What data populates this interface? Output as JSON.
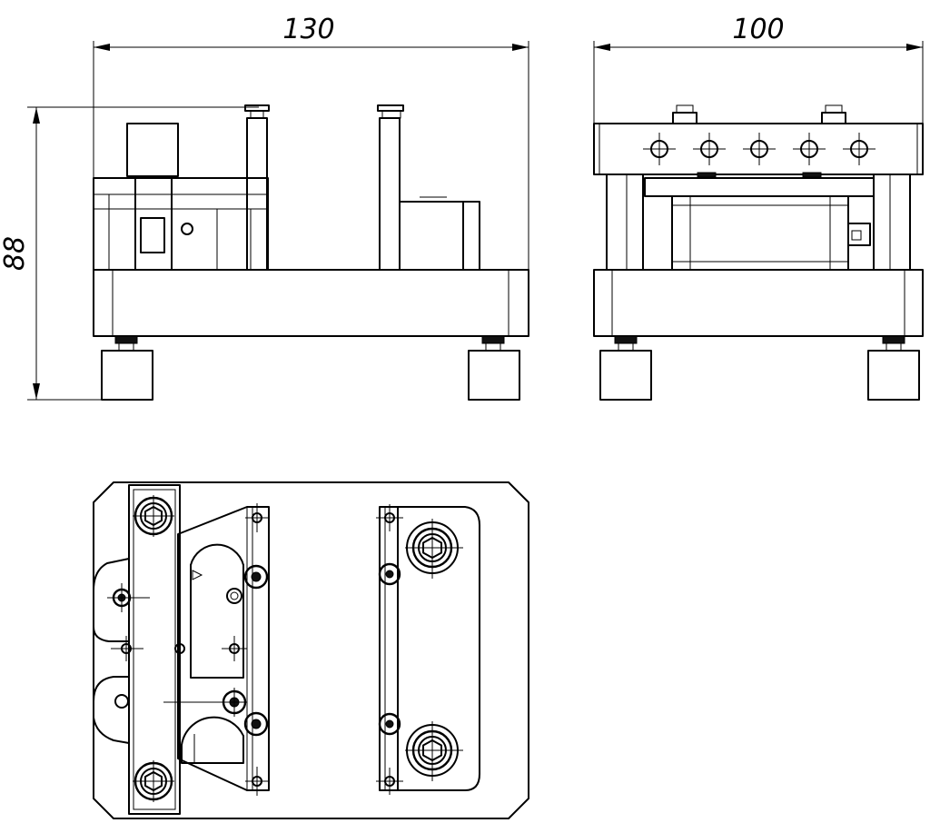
{
  "dimensions": {
    "front_width": "130",
    "side_width": "100",
    "front_height": "88"
  },
  "colors": {
    "line": "#000000",
    "background": "#ffffff"
  }
}
